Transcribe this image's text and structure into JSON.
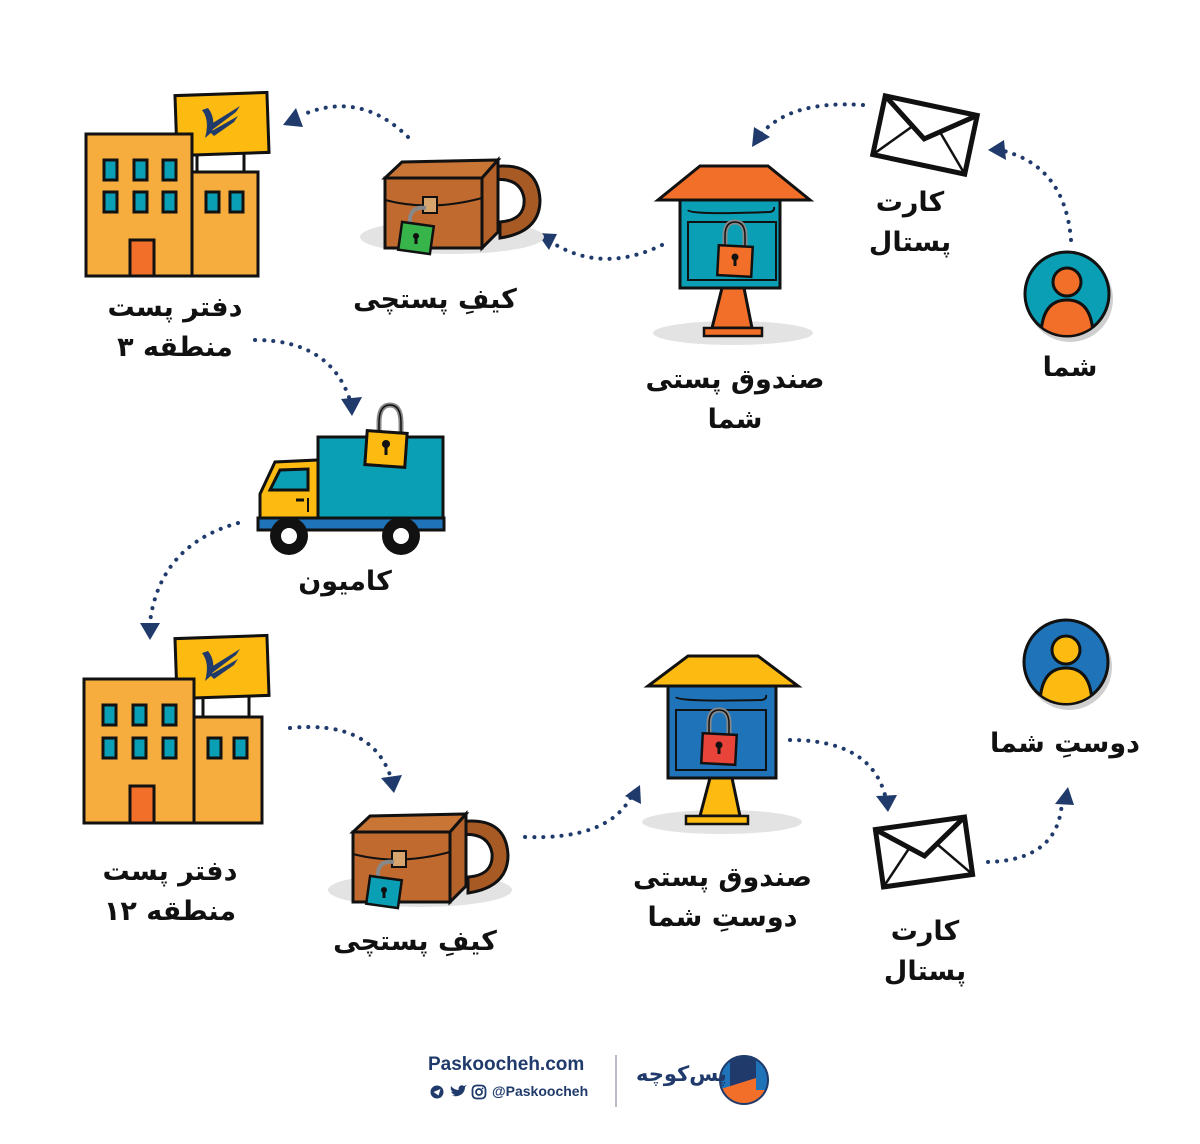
{
  "diagram": {
    "title": "",
    "colors": {
      "arrow": "#1f3a6b",
      "building": "#f7ac3e",
      "window": "#0a9fb5",
      "sign": "#fdbb11",
      "bag": "#c06a30",
      "sender_accent": "#f26f29",
      "sender_box": "#0a9fb5",
      "receiver_box": "#1f74b9",
      "receiver_accent": "#fdbb11",
      "lock_green": "#38b54a",
      "lock_red": "#e8443a"
    },
    "nodes": [
      {
        "id": "you",
        "label_lines": [
          "شما"
        ],
        "icon": "person-avatar-teal"
      },
      {
        "id": "postcard-1",
        "label_lines": [
          "کارت",
          "پستال"
        ],
        "icon": "envelope-icon"
      },
      {
        "id": "your-mailbox",
        "label_lines": [
          "صندوق پستی",
          "شما"
        ],
        "icon": "mailbox-orange-locked"
      },
      {
        "id": "mailbag-1",
        "label_lines": [
          "کیفِ پستچی"
        ],
        "icon": "mailbag-green-lock"
      },
      {
        "id": "post-office-3",
        "label_lines": [
          "دفتر پست",
          "منطقه ۳"
        ],
        "icon": "post-office-building"
      },
      {
        "id": "truck",
        "label_lines": [
          "کامیون"
        ],
        "icon": "truck-locked"
      },
      {
        "id": "post-office-12",
        "label_lines": [
          "دفتر پست",
          "منطقه ۱۲"
        ],
        "icon": "post-office-building"
      },
      {
        "id": "mailbag-2",
        "label_lines": [
          "کیفِ پستچی"
        ],
        "icon": "mailbag-teal-lock"
      },
      {
        "id": "friend-mailbox",
        "label_lines": [
          "صندوق پستی",
          "دوستِ شما"
        ],
        "icon": "mailbox-blue-locked"
      },
      {
        "id": "postcard-2",
        "label_lines": [
          "کارت",
          "پستال"
        ],
        "icon": "envelope-icon"
      },
      {
        "id": "friend",
        "label_lines": [
          "دوستِ شما"
        ],
        "icon": "person-avatar-blue"
      }
    ],
    "edges": [
      [
        "you",
        "postcard-1"
      ],
      [
        "postcard-1",
        "your-mailbox"
      ],
      [
        "your-mailbox",
        "mailbag-1"
      ],
      [
        "mailbag-1",
        "post-office-3"
      ],
      [
        "post-office-3",
        "truck"
      ],
      [
        "truck",
        "post-office-12"
      ],
      [
        "post-office-12",
        "mailbag-2"
      ],
      [
        "mailbag-2",
        "friend-mailbox"
      ],
      [
        "friend-mailbox",
        "postcard-2"
      ],
      [
        "postcard-2",
        "friend"
      ]
    ]
  },
  "footer": {
    "site": "Paskoocheh.com",
    "handle": "@Paskoocheh",
    "brand": "پس‌کوچه",
    "social_icons": [
      "telegram-icon",
      "twitter-icon",
      "instagram-icon"
    ]
  }
}
